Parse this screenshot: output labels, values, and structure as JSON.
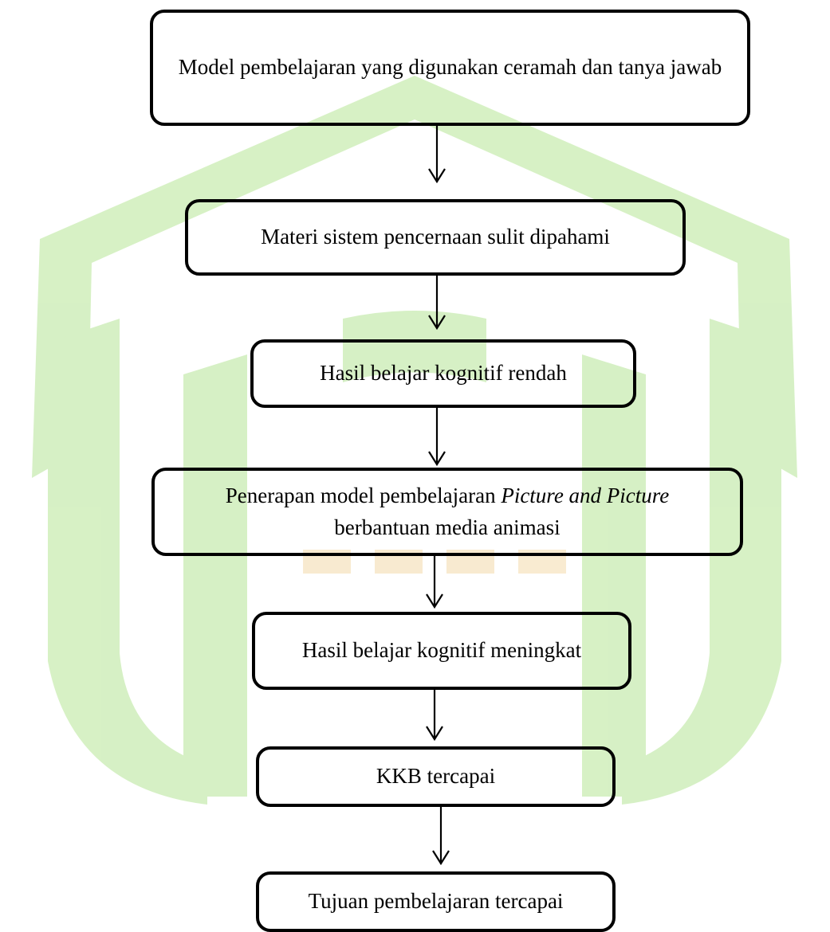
{
  "diagram": {
    "type": "flowchart",
    "direction": "top-to-bottom",
    "nodes": [
      {
        "id": "n1",
        "text": "Model pembelajaran yang digunakan ceramah dan tanya jawab"
      },
      {
        "id": "n2",
        "text": "Materi sistem pencernaan sulit dipahami"
      },
      {
        "id": "n3",
        "text": "Hasil belajar kognitif rendah"
      },
      {
        "id": "n4",
        "text_before": "Penerapan model pembelajaran ",
        "text_italic": "Picture and Picture",
        "text_after": "berbantuan media animasi"
      },
      {
        "id": "n5",
        "text": "Hasil belajar kognitif meningkat"
      },
      {
        "id": "n6",
        "text": "KKB tercapai"
      },
      {
        "id": "n7",
        "text": "Tujuan pembelajaran tercapai"
      }
    ],
    "edges": [
      {
        "from": "n1",
        "to": "n2"
      },
      {
        "from": "n2",
        "to": "n3"
      },
      {
        "from": "n3",
        "to": "n4"
      },
      {
        "from": "n4",
        "to": "n5"
      },
      {
        "from": "n5",
        "to": "n6"
      },
      {
        "from": "n6",
        "to": "n7"
      }
    ]
  },
  "colors": {
    "watermark_green": "#bfe6a6",
    "watermark_orange": "#f7e3c0",
    "border": "#000000"
  }
}
